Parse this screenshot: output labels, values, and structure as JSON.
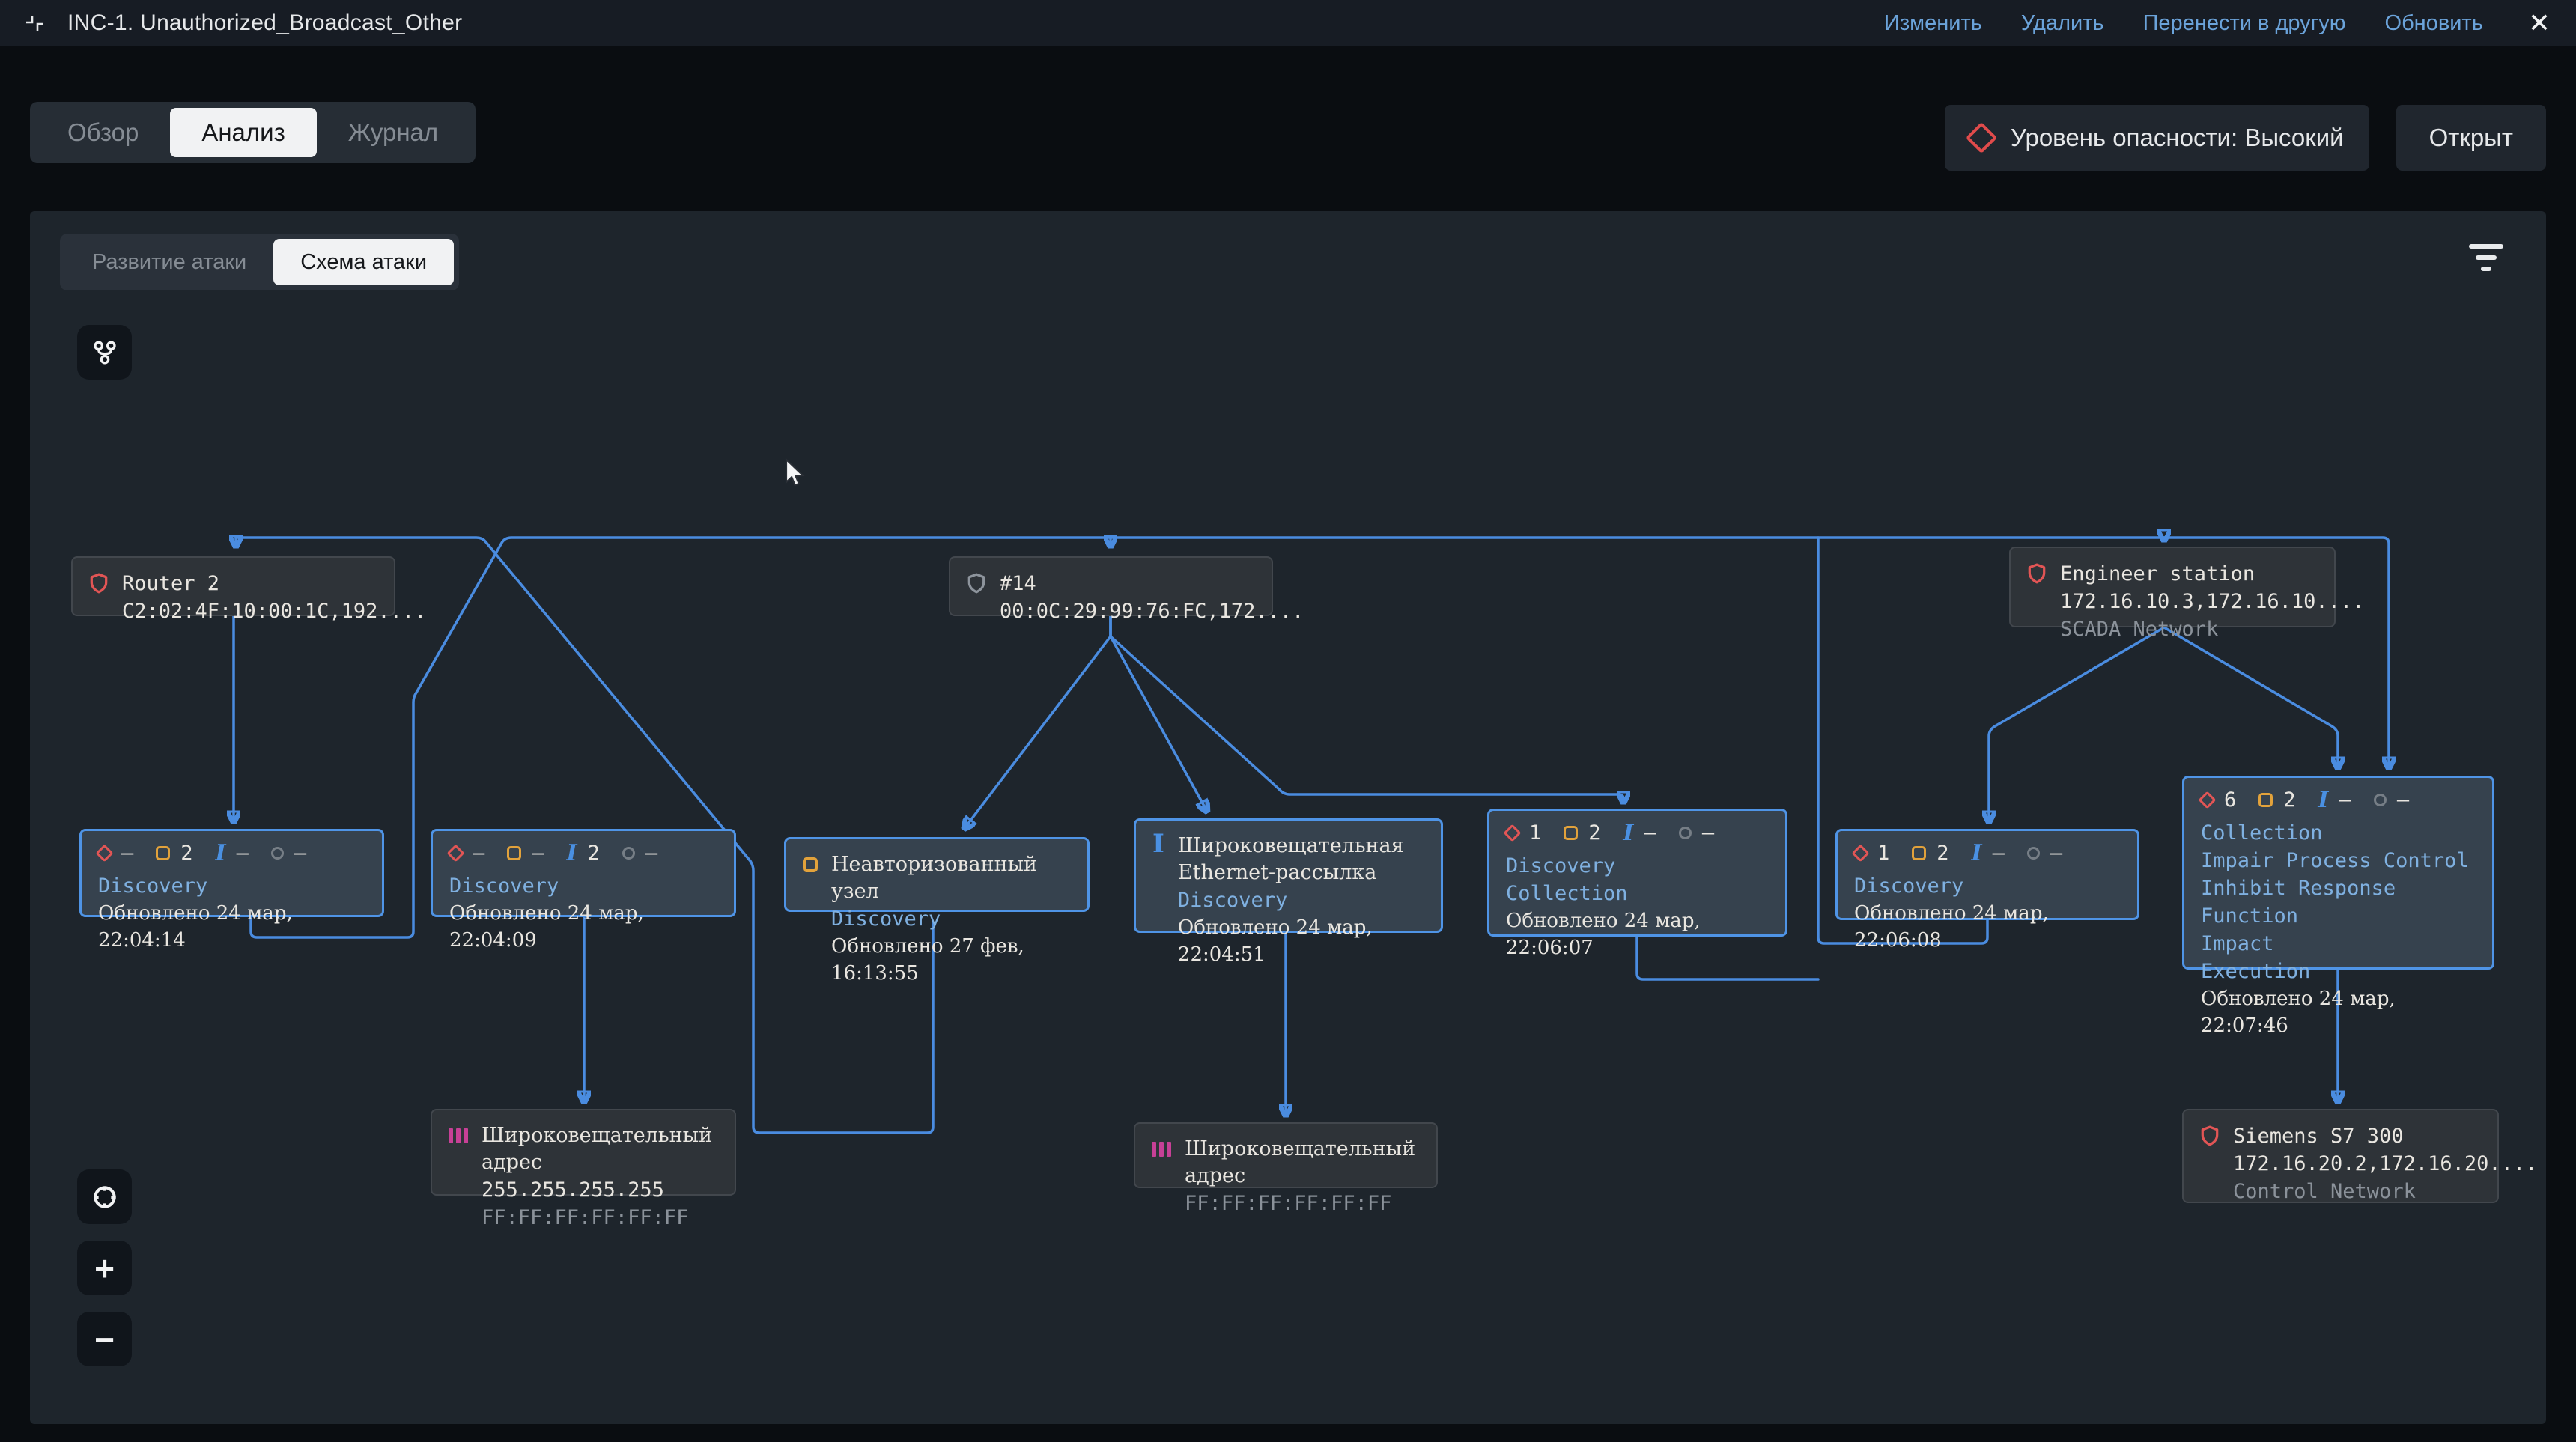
{
  "header": {
    "title": "INC-1. Unauthorized_Broadcast_Other",
    "actions": [
      {
        "label": "Изменить"
      },
      {
        "label": "Удалить"
      },
      {
        "label": "Перенести в другую"
      },
      {
        "label": "Обновить"
      }
    ],
    "close_label": "✕"
  },
  "tabs": [
    {
      "label": "Обзор"
    },
    {
      "label": "Анализ"
    },
    {
      "label": "Журнал"
    }
  ],
  "severity": {
    "label": "Уровень опасности: Высокий",
    "color": "#e14b4b"
  },
  "status_button": {
    "label": "Открыт"
  },
  "subtabs": [
    {
      "label": "Развитие атаки"
    },
    {
      "label": "Схема атаки"
    }
  ],
  "colors": {
    "edge_blue": "#4a8ce0",
    "severity_red": "#e25555",
    "warning_orange": "#e2a23b",
    "info_blue": "#4a90e2",
    "broadcast_pink": "#c74096",
    "tactic_blue": "#7fb0e0"
  },
  "graph": {
    "hosts": [
      {
        "name": "Router 2",
        "addresses": "C2:02:4F:10:00:1C,192....",
        "icon": "shield-red"
      },
      {
        "name": "#14",
        "addresses": "00:0C:29:99:76:FC,172....",
        "icon": "shield-grey"
      },
      {
        "name": "Engineer station",
        "addresses": "172.16.10.3,172.16.10....",
        "network": "SCADA Network",
        "icon": "shield-red"
      },
      {
        "name": "Широковещательный адрес",
        "ip": "255.255.255.255",
        "mac": "FF:FF:FF:FF:FF:FF",
        "icon": "broadcast-pink"
      },
      {
        "name": "Широковещательный адрес",
        "mac": "FF:FF:FF:FF:FF:FF",
        "icon": "broadcast-pink"
      },
      {
        "name": "Siemens S7 300",
        "addresses": "172.16.20.2,172.16.20....",
        "network": "Control Network",
        "icon": "shield-red"
      }
    ],
    "events": [
      {
        "badges": [
          {
            "icon": "diamond-red",
            "value": "–"
          },
          {
            "icon": "square-orange",
            "value": "2"
          },
          {
            "icon": "ibeam-blue",
            "value": "–"
          },
          {
            "icon": "circle-grey",
            "value": "–"
          }
        ],
        "tactics": [
          "Discovery"
        ],
        "updated": "Обновлено 24 мар, 22:04:14"
      },
      {
        "badges": [
          {
            "icon": "diamond-red",
            "value": "–"
          },
          {
            "icon": "square-orange",
            "value": "–"
          },
          {
            "icon": "ibeam-blue",
            "value": "2"
          },
          {
            "icon": "circle-grey",
            "value": "–"
          }
        ],
        "tactics": [
          "Discovery"
        ],
        "updated": "Обновлено 24 мар, 22:04:09"
      },
      {
        "title": "Неавторизованный узел",
        "icon": "square-orange",
        "tactics": [
          "Discovery"
        ],
        "updated": "Обновлено 27 фев, 16:13:55"
      },
      {
        "title": "Широковещательная Ethernet-рассылка",
        "icon": "ibeam-blue",
        "tactics": [
          "Discovery"
        ],
        "updated": "Обновлено 24 мар, 22:04:51"
      },
      {
        "badges": [
          {
            "icon": "diamond-red",
            "value": "1"
          },
          {
            "icon": "square-orange",
            "value": "2"
          },
          {
            "icon": "ibeam-blue",
            "value": "–"
          },
          {
            "icon": "circle-grey",
            "value": "–"
          }
        ],
        "tactics": [
          "Discovery",
          "Collection"
        ],
        "updated": "Обновлено 24 мар, 22:06:07"
      },
      {
        "badges": [
          {
            "icon": "diamond-red",
            "value": "1"
          },
          {
            "icon": "square-orange",
            "value": "2"
          },
          {
            "icon": "ibeam-blue",
            "value": "–"
          },
          {
            "icon": "circle-grey",
            "value": "–"
          }
        ],
        "tactics": [
          "Discovery"
        ],
        "updated": "Обновлено 24 мар, 22:06:08"
      },
      {
        "badges": [
          {
            "icon": "diamond-red",
            "value": "6"
          },
          {
            "icon": "square-orange",
            "value": "2"
          },
          {
            "icon": "ibeam-blue",
            "value": "–"
          },
          {
            "icon": "circle-grey",
            "value": "–"
          }
        ],
        "tactics": [
          "Collection",
          "Impair Process Control",
          "Inhibit Response Function",
          "Impact",
          "Execution"
        ],
        "updated": "Обновлено 24 мар, 22:07:46"
      }
    ]
  }
}
